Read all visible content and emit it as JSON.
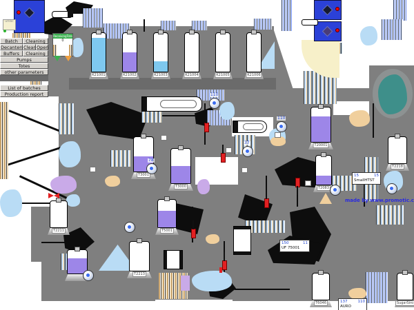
{
  "menu": {
    "buttons": [
      "Batch tanks",
      "Cleaning",
      "Decanters",
      "Clean",
      "Open",
      "Buffers",
      "Cleaning",
      "Pumps",
      "Totes",
      "other parameters",
      "List of batches",
      "Production report"
    ]
  },
  "receiving_tote": {
    "label": "ReceivingTote",
    "value": "0"
  },
  "corner_box": {
    "label": "umbc"
  },
  "top_tanks": [
    {
      "label": "K21001",
      "fill_percent": 88,
      "fill_color": "#7ec8ef"
    },
    {
      "label": "K21002",
      "fill_percent": 50,
      "fill_color": "#9d86e8"
    },
    {
      "label": "K21003",
      "fill_percent": 27,
      "fill_color": "#7ec8ef"
    },
    {
      "label": "K21004",
      "fill_percent": 0,
      "fill_color": "#ffffff"
    },
    {
      "label": "K21005",
      "fill_percent": 0,
      "fill_color": "#ffffff"
    },
    {
      "label": "K21006",
      "fill_percent": 0,
      "fill_color": "#ffffff"
    }
  ],
  "tanks": [
    {
      "label": "T3001",
      "fill_percent": 45,
      "fill_color": "#9d86e8"
    },
    {
      "label": "T3000",
      "fill_percent": 50,
      "fill_color": "#9d86e8"
    },
    {
      "label": "T20001",
      "fill_percent": 75,
      "fill_color": "#9d86e8"
    },
    {
      "label": "T2083",
      "fill_percent": 30,
      "fill_color": "#9d86e8"
    },
    {
      "label": "T2218",
      "fill_percent": 0,
      "fill_color": "#ffffff"
    },
    {
      "label": "T2211",
      "fill_percent": 0,
      "fill_color": "#ffffff"
    },
    {
      "label": "T2213",
      "fill_percent": 0,
      "fill_color": "#ffffff"
    },
    {
      "label": "T5001",
      "fill_percent": 60,
      "fill_color": "#9d86e8"
    },
    {
      "label": "",
      "fill_percent": 65,
      "fill_color": "#9d86e8"
    },
    {
      "label": "T6046",
      "fill_percent": 0,
      "fill_color": "#ffffff"
    },
    {
      "label": "SugarSiro",
      "fill_percent": 0,
      "fill_color": "#ffffff"
    }
  ],
  "pumps": [
    {
      "label": "110"
    },
    {
      "label": "110"
    },
    {
      "label": "37"
    },
    {
      "label": "78"
    },
    {
      "label": ""
    },
    {
      "label": ""
    },
    {
      "label": ""
    },
    {
      "label": ""
    }
  ],
  "info_boxes": [
    {
      "value_left": "150",
      "value_right": "11",
      "label": "UF 75001"
    },
    {
      "value_left": "15",
      "value_right": "15",
      "label": "SmallHTST"
    },
    {
      "value_left": "137",
      "value_right": "110",
      "label": "AURO"
    }
  ],
  "watermark": {
    "text": "made by www.promotic.com"
  },
  "colors": {
    "plant_gray": "#7f7f7f",
    "cyan_fill": "#7ec8ef",
    "purple_fill": "#9d86e8",
    "valve_red": "#e32022",
    "tote_green": "#3cb050",
    "info_blue": "#1a3fd0",
    "teal": "#3e8f8a"
  }
}
